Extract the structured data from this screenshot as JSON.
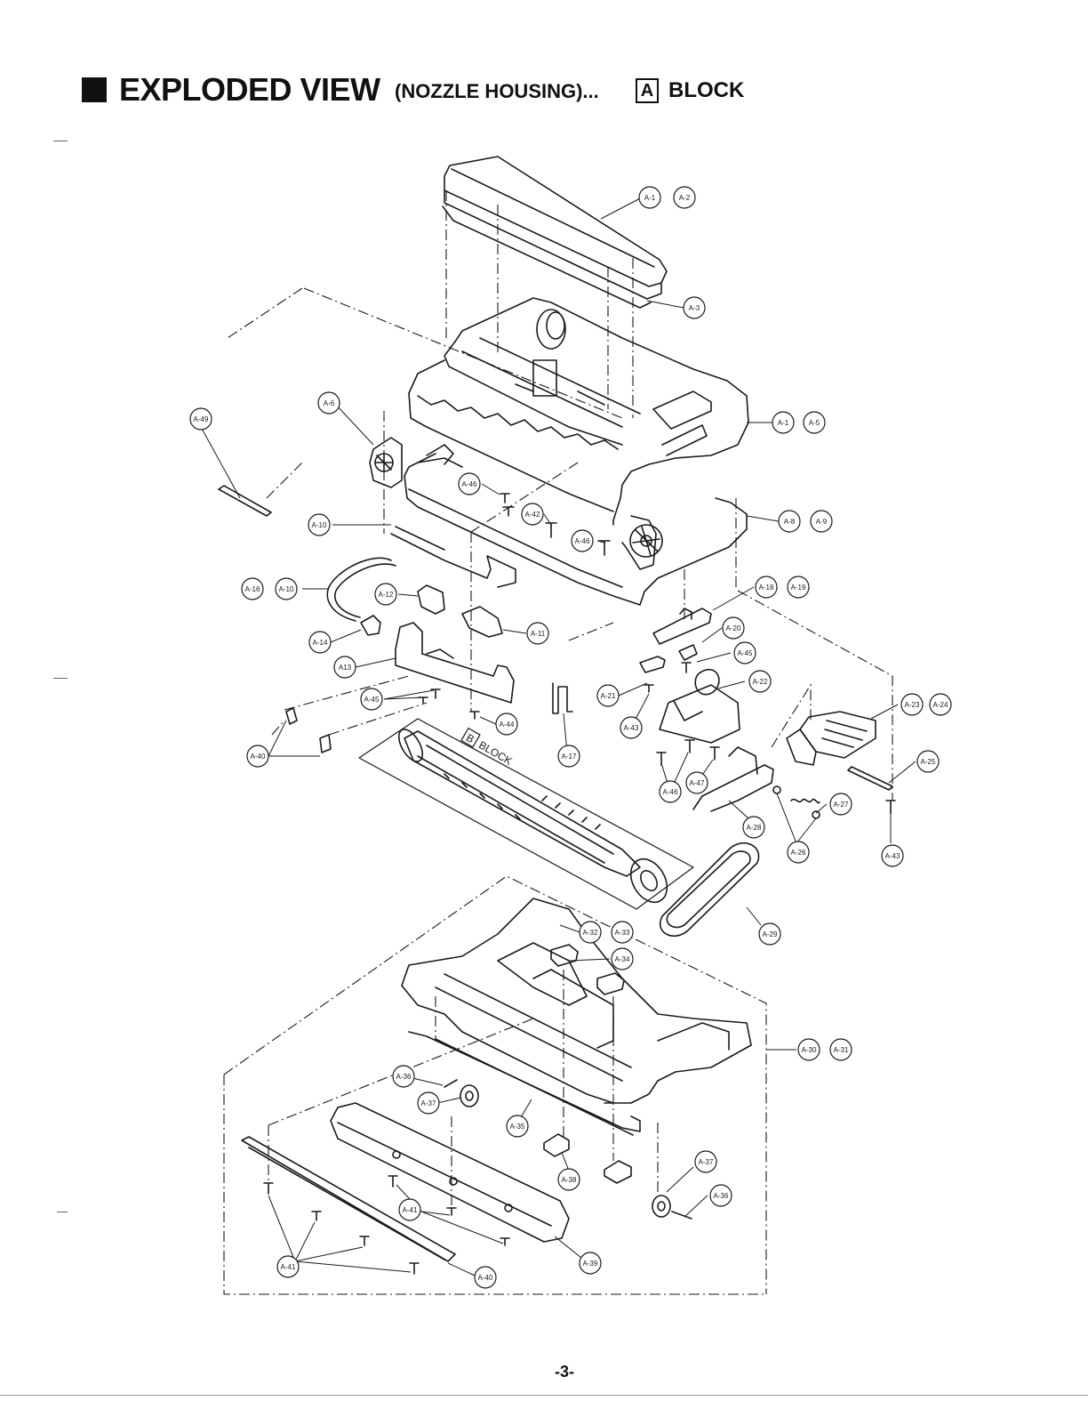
{
  "header": {
    "title_main": "EXPLODED VIEW",
    "title_sub": "(NOZZLE HOUSING)...",
    "block_letter": "A",
    "block_word": "BLOCK"
  },
  "inner_label": {
    "letter": "B",
    "word": "BLOCK"
  },
  "callouts": [
    "A-1",
    "A-2",
    "A-3",
    "A-1",
    "A-5",
    "A-6",
    "A-8",
    "A-9",
    "A-10",
    "A-16",
    "A-10",
    "A-12",
    "A-11",
    "A-14",
    "A13",
    "A-45",
    "A-40",
    "A-44",
    "A-46",
    "A-42",
    "A-46",
    "A-49",
    "A-17",
    "A-18",
    "A-19",
    "A-20",
    "A-45",
    "A-22",
    "A-21",
    "A-43",
    "A-46",
    "A-47",
    "A-23",
    "A-24",
    "A-25",
    "A-26",
    "A-27",
    "A-28",
    "A-43",
    "A-29",
    "A-32",
    "A-33",
    "A-34",
    "A-30",
    "A-31",
    "A-36",
    "A-37",
    "A-35",
    "A-38",
    "A-37",
    "A-36",
    "A-41",
    "A-41",
    "A-39",
    "A-40"
  ],
  "page_number": "-3-"
}
